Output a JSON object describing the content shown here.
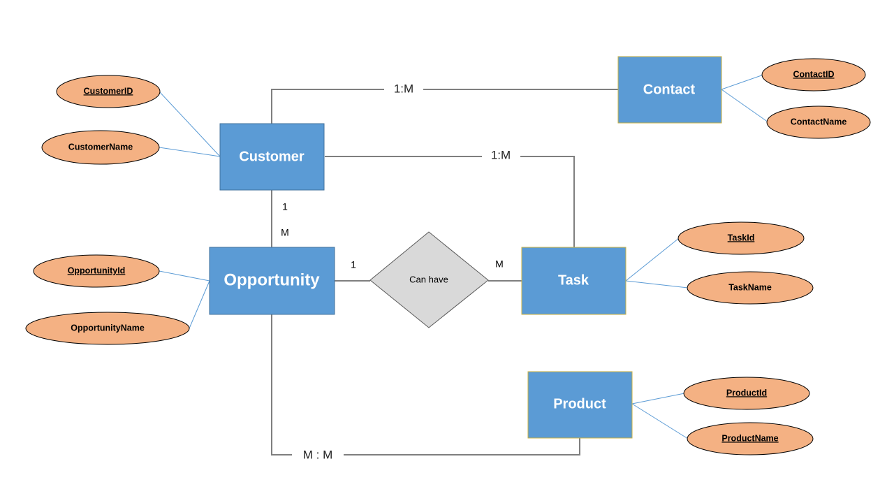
{
  "colors": {
    "entity_fill": "#5b9bd5",
    "entity_stroke": "#41719c",
    "attr_fill": "#f4b183",
    "attr_stroke": "#000000",
    "relationship_fill": "#d9d9d9",
    "relationship_stroke": "#595959",
    "connector": "#7f7f7f",
    "attr_link": "#5b9bd5"
  },
  "entities": {
    "customer": "Customer",
    "contact": "Contact",
    "opportunity": "Opportunity",
    "task": "Task",
    "product": "Product"
  },
  "attributes": {
    "customer_id": "CustomerID",
    "customer_name": "CustomerName",
    "contact_id": "ContactID",
    "contact_name": "ContactName",
    "opportunity_id": "OpportunityId",
    "opportunity_name": "OpportunityName",
    "task_id": "TaskId",
    "task_name": "TaskName",
    "product_id": "ProductId",
    "product_name": "ProductName"
  },
  "relationship": {
    "label": "Can have"
  },
  "cardinality": {
    "customer_contact": "1:M",
    "customer_task": "1:M",
    "opportunity_product": "M : M",
    "customer_side": "1",
    "opportunity_side": "M",
    "opportunity_rel_side": "1",
    "task_rel_side": "M"
  }
}
